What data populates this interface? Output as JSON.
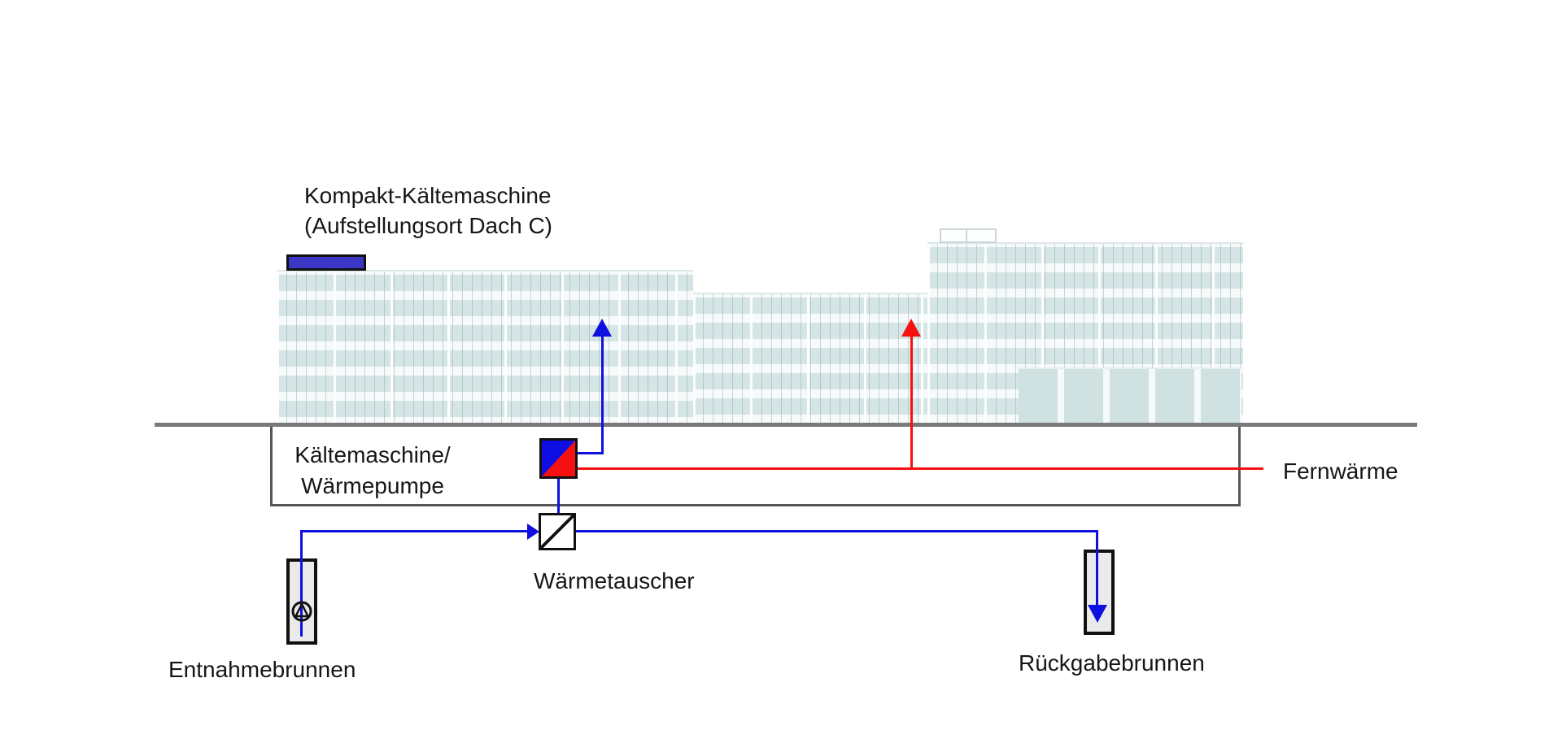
{
  "diagram": {
    "labels": {
      "rooftop_unit_line1": "Kompakt-Kältemaschine",
      "rooftop_unit_line2": "(Aufstellungsort Dach C)",
      "machine_room_line1": "Kältemaschine/",
      "machine_room_line2": "Wärmepumpe",
      "heat_exchanger": "Wärmetauscher",
      "district_heating": "Fernwärme",
      "extraction_well": "Entnahmebrunnen",
      "return_well": "Rückgabebrunnen"
    },
    "colors": {
      "cold_pipe_blue": "#0f0fe0",
      "hot_pipe_red": "#f61010",
      "rooftop_unit_fill": "#3b36c4",
      "ground_line_gray": "#7a7a7a",
      "machine_room_border_gray": "#575757",
      "well_fill_gray": "#eaeaea",
      "facade_window_teal": "#d5e4e4"
    }
  }
}
